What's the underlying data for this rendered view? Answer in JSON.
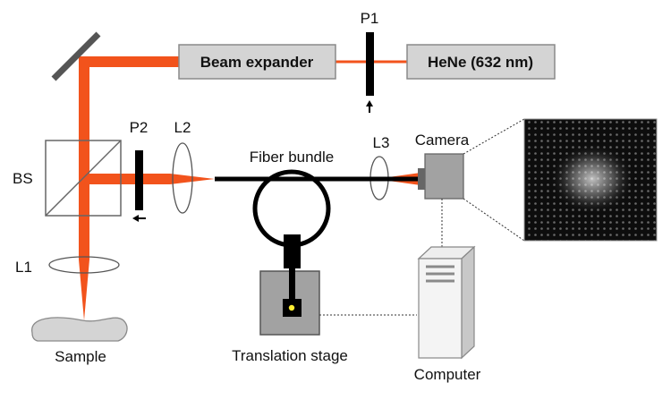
{
  "labels": {
    "beam_expander": "Beam expander",
    "hene": "HeNe (632 nm)",
    "p1": "P1",
    "p2": "P2",
    "l1": "L1",
    "l2": "L2",
    "l3": "L3",
    "bs": "BS",
    "camera": "Camera",
    "fiber_bundle": "Fiber bundle",
    "sample": "Sample",
    "translation_stage": "Translation stage",
    "computer": "Computer"
  },
  "colors": {
    "laser": "#f2531c",
    "box_fill": "#d4d4d4",
    "box_stroke": "#8a8a8a",
    "fiber": "#000000",
    "speckle_bg": "#0d0d0d",
    "led": "#ffee33"
  }
}
